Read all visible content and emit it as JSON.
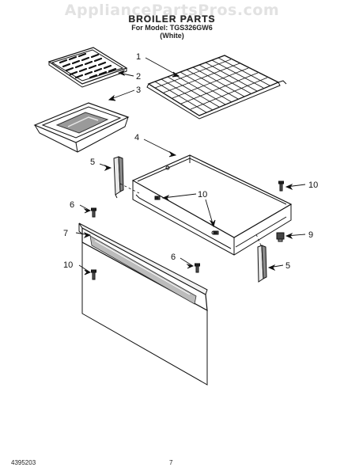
{
  "watermark": "AppliancePartsPros.com",
  "header": {
    "title": "BROILER PARTS",
    "model_line": "For Model: TGS326GW6",
    "color_line": "(White)"
  },
  "footer": {
    "doc_number": "4395203",
    "page_number": "7"
  },
  "callouts": {
    "c1": "1",
    "c2": "2",
    "c3": "3",
    "c4": "4",
    "c5a": "5",
    "c5b": "5",
    "c6a": "6",
    "c6b": "6",
    "c7": "7",
    "c9": "9",
    "c10a": "10",
    "c10b": "10",
    "c10c": "10"
  }
}
